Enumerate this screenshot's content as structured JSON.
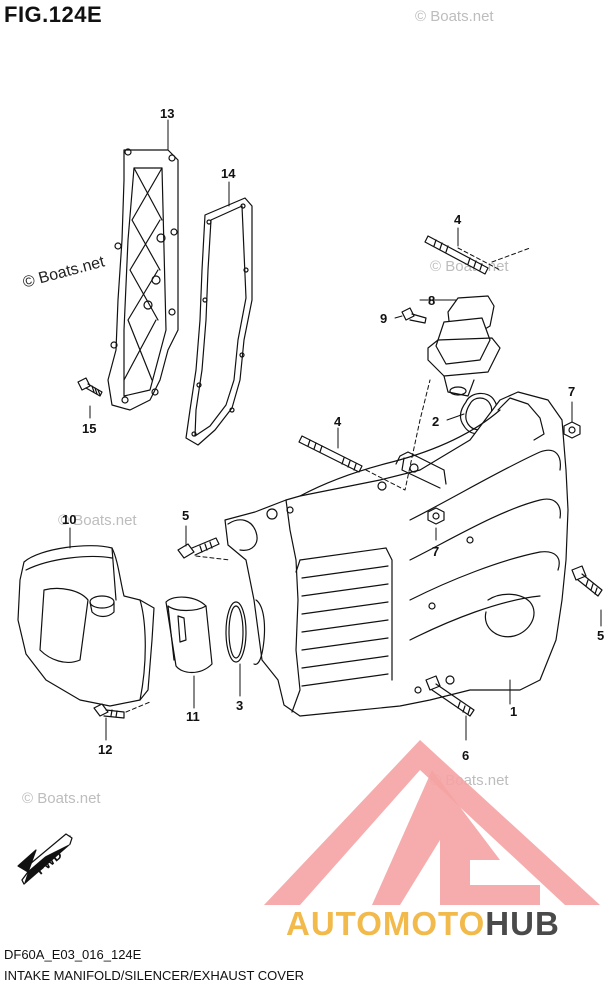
{
  "figure": {
    "title": "FIG.124E"
  },
  "watermarks": [
    "© Boats.net",
    "© Boats.net",
    "© Boats.net",
    "© Boats.net",
    "© Boats.net",
    "© Boats.net"
  ],
  "callouts": [
    "1",
    "2",
    "3",
    "4",
    "4",
    "5",
    "5",
    "6",
    "7",
    "7",
    "8",
    "9",
    "10",
    "11",
    "12",
    "13",
    "14",
    "15"
  ],
  "fwd_label": "FWD",
  "logo": {
    "part1": "AUTOMOTO",
    "part2": "HUB",
    "color_primary": "#f2b94b",
    "color_secondary": "#4a4a4a",
    "mark_color": "#f5a3a3"
  },
  "footer": {
    "code": "DF60A_E03_016_124E",
    "caption": "INTAKE MANIFOLD/SILENCER/EXHAUST COVER"
  }
}
